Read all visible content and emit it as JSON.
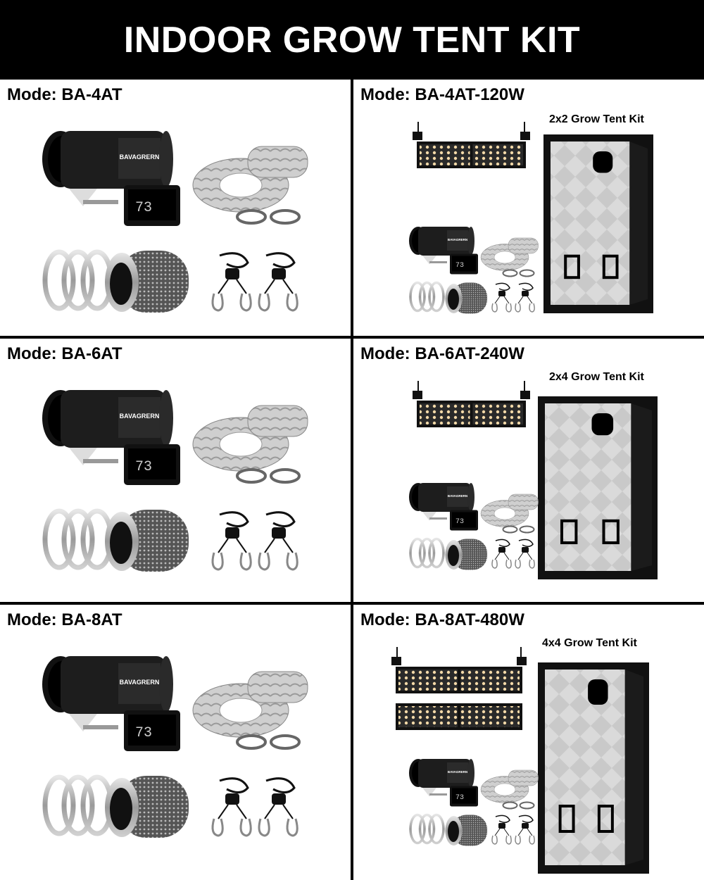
{
  "title": "INDOOR GROW TENT KIT",
  "brand": "BAVAGRERN",
  "display_reading": "73",
  "kits": [
    {
      "mode": "Mode: BA-4AT"
    },
    {
      "mode": "Mode: BA-4AT-120W",
      "tent_label": "2x2 Grow Tent Kit"
    },
    {
      "mode": "Mode: BA-6AT"
    },
    {
      "mode": "Mode: BA-6AT-240W",
      "tent_label": "2x4 Grow Tent Kit"
    },
    {
      "mode": "Mode: BA-8AT"
    },
    {
      "mode": "Mode: BA-8AT-480W",
      "tent_label": "4x4 Grow Tent Kit"
    }
  ],
  "colors": {
    "header_bg": "#000000",
    "header_text": "#ffffff",
    "divider": "#000000"
  }
}
